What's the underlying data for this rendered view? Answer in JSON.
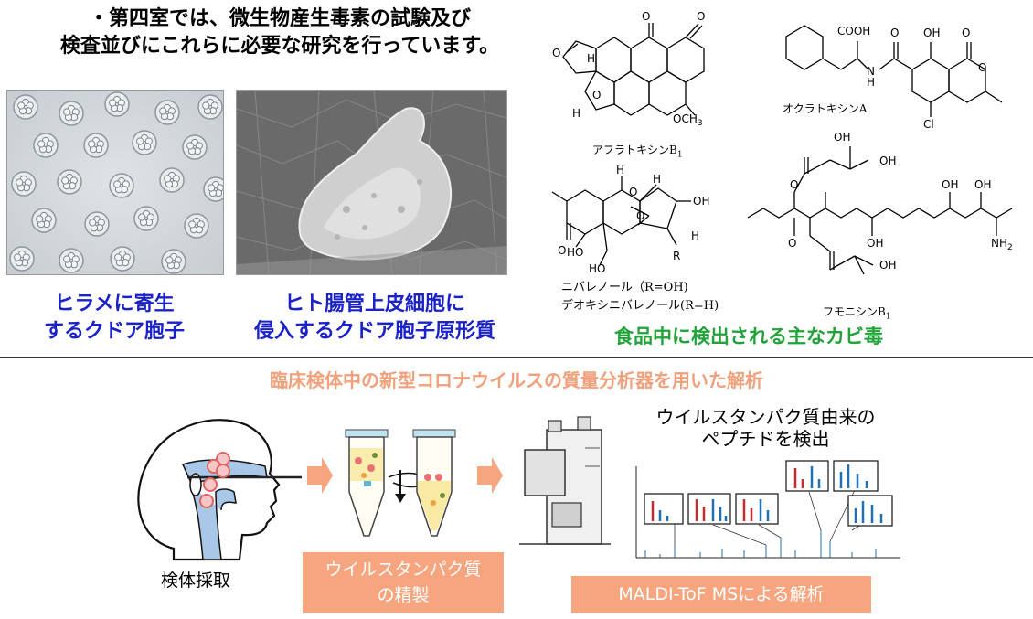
{
  "intro": {
    "line1": "・第四室では、微生物産生毒素の試験及び",
    "line2": "検査並びにこれらに必要な研究を行っています。"
  },
  "photos": {
    "caption_left_1": "ヒラメに寄生",
    "caption_left_2": "するクドア胞子",
    "caption_right_1": "ヒト腸管上皮細胞に",
    "caption_right_2": "侵入するクドア胞子原形質"
  },
  "chemistry": {
    "aflatoxin": "アフラトキシンB",
    "aflatoxin_sub": "1",
    "ochratoxin": "オクラトキシンA",
    "nivalenol_1": "ニバレノール（R=OH)",
    "nivalenol_2": "デオキシニバレノール(R=H)",
    "fumonisin": "フモニシンB",
    "fumonisin_sub": "1",
    "caption": "食品中に検出される主なカビ毒",
    "atoms": {
      "o": "O",
      "h": "H",
      "och3": "OCH",
      "och3_sub": "3",
      "oh": "OH",
      "ho": "HO",
      "r": "R",
      "cooh": "COOH",
      "nh": "N",
      "nh_h": "H",
      "cl": "Cl",
      "nh2": "NH",
      "nh2_sub": "2"
    }
  },
  "workflow": {
    "title": "臨床検体中の新型コロナウイルスの質量分析器を用いた解析",
    "step1": "検体採取",
    "step2_1": "ウイルスタンパク質",
    "step2_2": "の精製",
    "step3": "MALDI-ToF MSによる解析",
    "peptide_1": "ウイルスタンパク質由来の",
    "peptide_2": "ペプチドを検出"
  },
  "colors": {
    "blue_caption": "#1a22c8",
    "green_caption": "#21a33a",
    "orange": "#f6a57f",
    "title_orange": "#f0a07a",
    "virus_red": "#e06464",
    "spectrum_blue": "#1f6fb4",
    "spectrum_red": "#c8282e"
  }
}
